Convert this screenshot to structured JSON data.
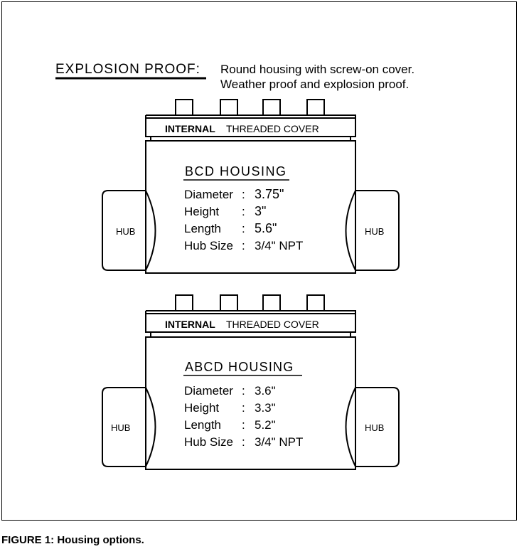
{
  "header": {
    "title": "EXPLOSION PROOF:",
    "description_line1": "Round housing with screw-on cover.",
    "description_line2": "Weather proof and explosion proof."
  },
  "housings": [
    {
      "cover_bold": "INTERNAL",
      "cover_rest": "THREADED COVER",
      "name": "BCD HOUSING",
      "specs": [
        {
          "label": "Diameter",
          "sep": ":",
          "value": "3.75\""
        },
        {
          "label": "Height",
          "sep": ":",
          "value": "3\""
        },
        {
          "label": "Length",
          "sep": ":",
          "value": "5.6\""
        },
        {
          "label": "Hub Size",
          "sep": ":",
          "value": "3/4\" NPT"
        }
      ],
      "hub_left": "HUB",
      "hub_right": "HUB"
    },
    {
      "cover_bold": "INTERNAL",
      "cover_rest": "THREADED COVER",
      "name": "ABCD HOUSING",
      "specs": [
        {
          "label": "Diameter",
          "sep": ":",
          "value": "3.6\""
        },
        {
          "label": "Height",
          "sep": ":",
          "value": "3.3\""
        },
        {
          "label": "Length",
          "sep": ":",
          "value": "5.2\""
        },
        {
          "label": "Hub Size",
          "sep": ":",
          "value": "3/4\" NPT"
        }
      ],
      "hub_left": "HUB",
      "hub_right": "HUB"
    }
  ],
  "caption": "FIGURE 1:  Housing options."
}
